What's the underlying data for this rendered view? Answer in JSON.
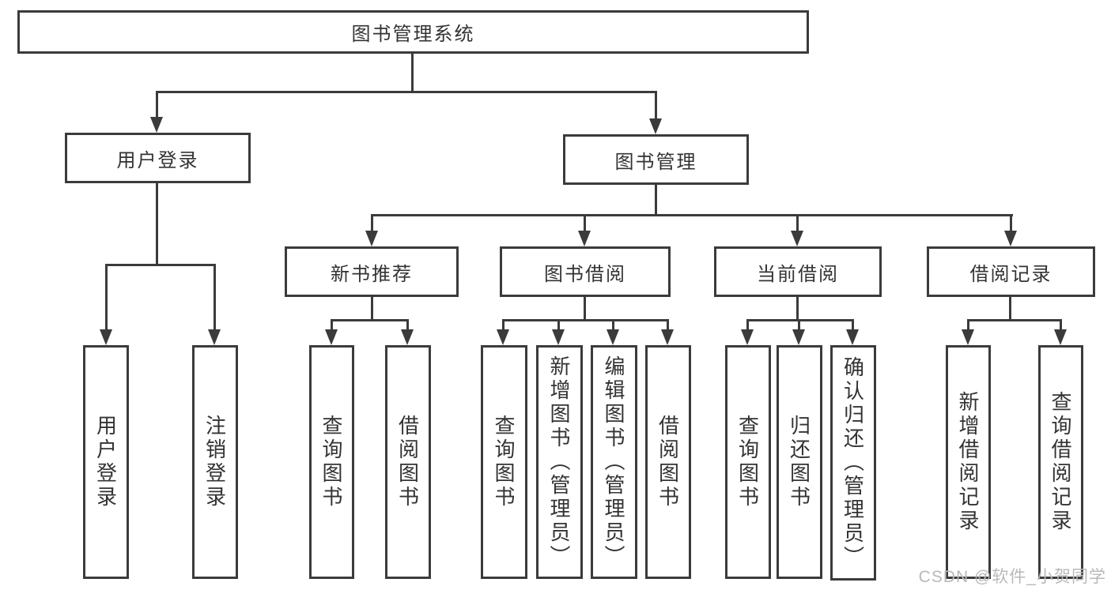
{
  "diagram": {
    "root": {
      "label": "图书管理系统"
    },
    "user_login": {
      "label": "用户登录",
      "children": [
        {
          "label": "用户登录"
        },
        {
          "label": "注销登录"
        }
      ]
    },
    "book_mgmt": {
      "label": "图书管理",
      "groups": [
        {
          "label": "新书推荐",
          "children": [
            {
              "label": "查询图书"
            },
            {
              "label": "借阅图书"
            }
          ]
        },
        {
          "label": "图书借阅",
          "children": [
            {
              "label": "查询图书"
            },
            {
              "label": "新增图书（管理员）"
            },
            {
              "label": "编辑图书（管理员）"
            },
            {
              "label": "借阅图书"
            }
          ]
        },
        {
          "label": "当前借阅",
          "children": [
            {
              "label": "查询图书"
            },
            {
              "label": "归还图书"
            },
            {
              "label": "确认归还（管理员）"
            }
          ]
        },
        {
          "label": "借阅记录",
          "children": [
            {
              "label": "新增借阅记录"
            },
            {
              "label": "查询借阅记录"
            }
          ]
        }
      ]
    },
    "colors": {
      "line": "#3b3b3b",
      "text": "#333333",
      "background": "#ffffff",
      "watermark": "#b9b9b9"
    }
  },
  "watermark": {
    "text": "CSDN @软件_小贺同学"
  }
}
